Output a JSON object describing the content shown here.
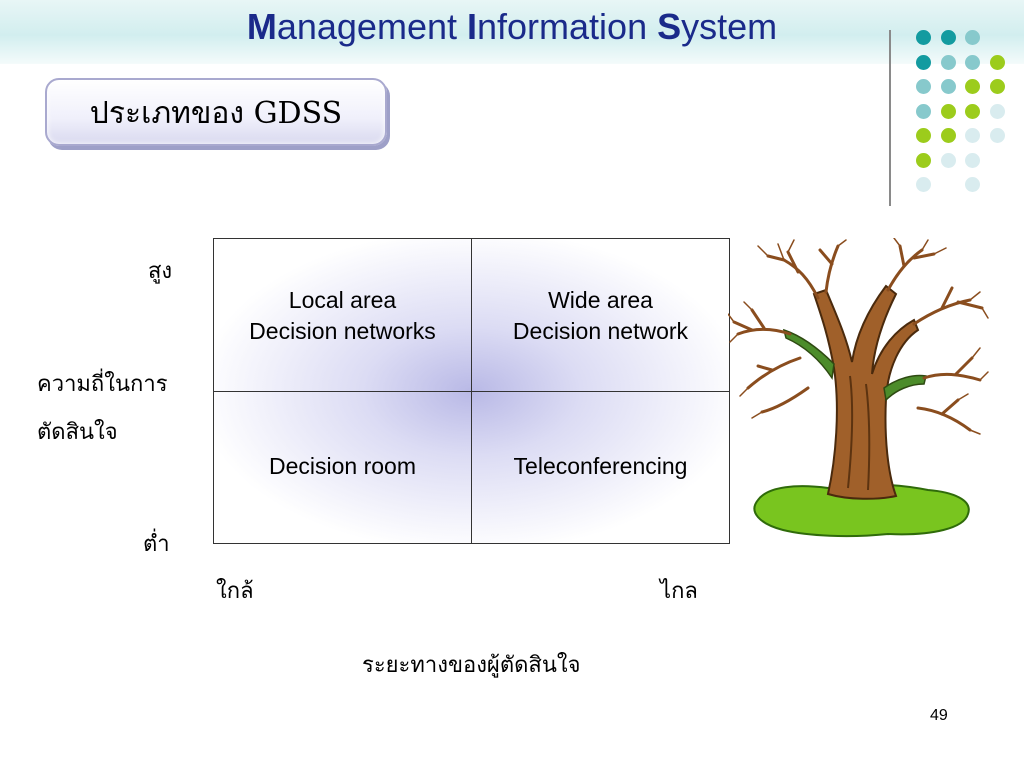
{
  "header": {
    "title_parts": [
      {
        "cap": "M",
        "rest": "anagement "
      },
      {
        "cap": "I",
        "rest": "nformation "
      },
      {
        "cap": "S",
        "rest": "ystem"
      }
    ]
  },
  "slide": {
    "title": "ประเภทของ GDSS",
    "page_number": "49"
  },
  "matrix": {
    "cells": {
      "top_left": {
        "line1": "Local area",
        "line2": "Decision networks"
      },
      "top_right": {
        "line1": "Wide area",
        "line2": "Decision network"
      },
      "bottom_left": {
        "line1": "Decision room",
        "line2": ""
      },
      "bottom_right": {
        "line1": "Teleconferencing",
        "line2": ""
      }
    }
  },
  "axes": {
    "y_high": "สูง",
    "y_label_line1": "ความถี่ในการ",
    "y_label_line2": "ตัดสินใจ",
    "y_low": "ต่ำ",
    "x_near": "ใกล้",
    "x_far": "ไกล",
    "x_label": "ระยะทางของผู้ตัดสินใจ"
  },
  "decor": {
    "dot_colors": {
      "teal": "#139ba0",
      "aqua": "#87c9cc",
      "lime": "#9ccc1c",
      "pale": "#d9ecef"
    },
    "tree_icon": "tree-icon"
  }
}
